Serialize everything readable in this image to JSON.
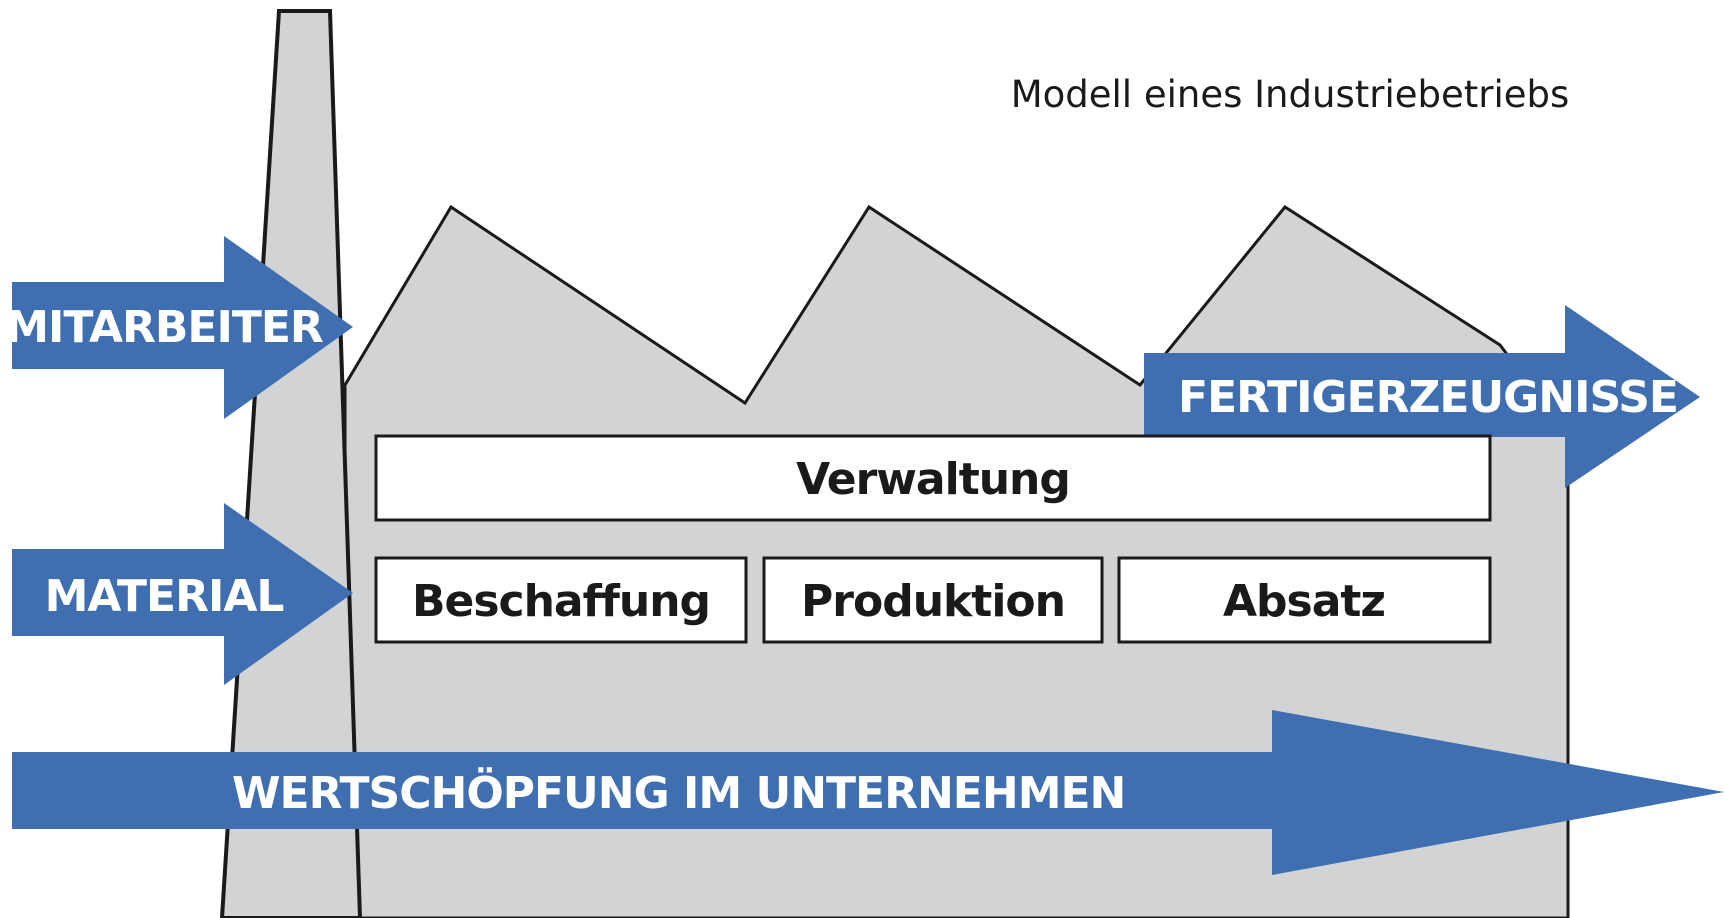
{
  "title": "Modell eines Industriebetriebs",
  "colors": {
    "arrow": "#3f6fb0",
    "building": "#d2d3d5",
    "outline": "#1a1a1a",
    "box": "#ffffff",
    "arrow_text": "#ffffff"
  },
  "inputs": {
    "employees": "MITARBEITER",
    "material": "MATERIAL"
  },
  "output": "FERTIGERZEUGNISSE",
  "value_chain": "WERTSCHÖPFUNG IM UNTERNEHMEN",
  "departments": {
    "administration": "Verwaltung",
    "procurement": "Beschaffung",
    "production": "Produktion",
    "sales": "Absatz"
  },
  "icons": {
    "building": "factory-building-icon",
    "chimney": "chimney-icon"
  }
}
